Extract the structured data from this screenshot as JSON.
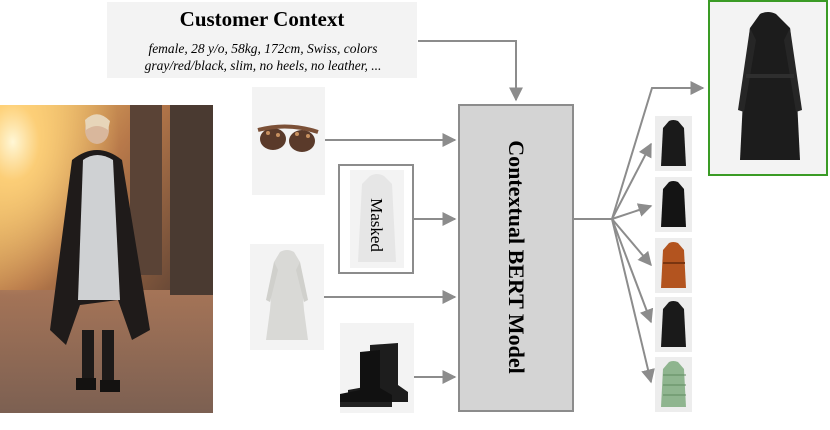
{
  "customer_context": {
    "title": "Customer Context",
    "desc_line1": "female, 28 y/o, 58kg, 172cm, Swiss, colors",
    "desc_line2": "gray/red/black, slim, no heels, no leather, ..."
  },
  "masked_label": "Masked",
  "model_label": "Contextual BERT Model",
  "colors": {
    "arrow": "#8c8c8c",
    "model_fill": "#d4d4d4",
    "top_frame": "#3a9b25",
    "tile_bg": "#f3f3f3"
  },
  "inputs": [
    {
      "item": "sunglasses-icon"
    },
    {
      "item": "dress-icon"
    },
    {
      "item": "boots-icon"
    }
  ],
  "candidates": [
    {
      "item": "black-coat-icon"
    },
    {
      "item": "black-coat-icon"
    },
    {
      "item": "brown-coat-icon"
    },
    {
      "item": "black-coat-icon"
    },
    {
      "item": "green-check-coat-icon"
    }
  ],
  "recommended": {
    "item": "black-belted-coat-icon"
  }
}
